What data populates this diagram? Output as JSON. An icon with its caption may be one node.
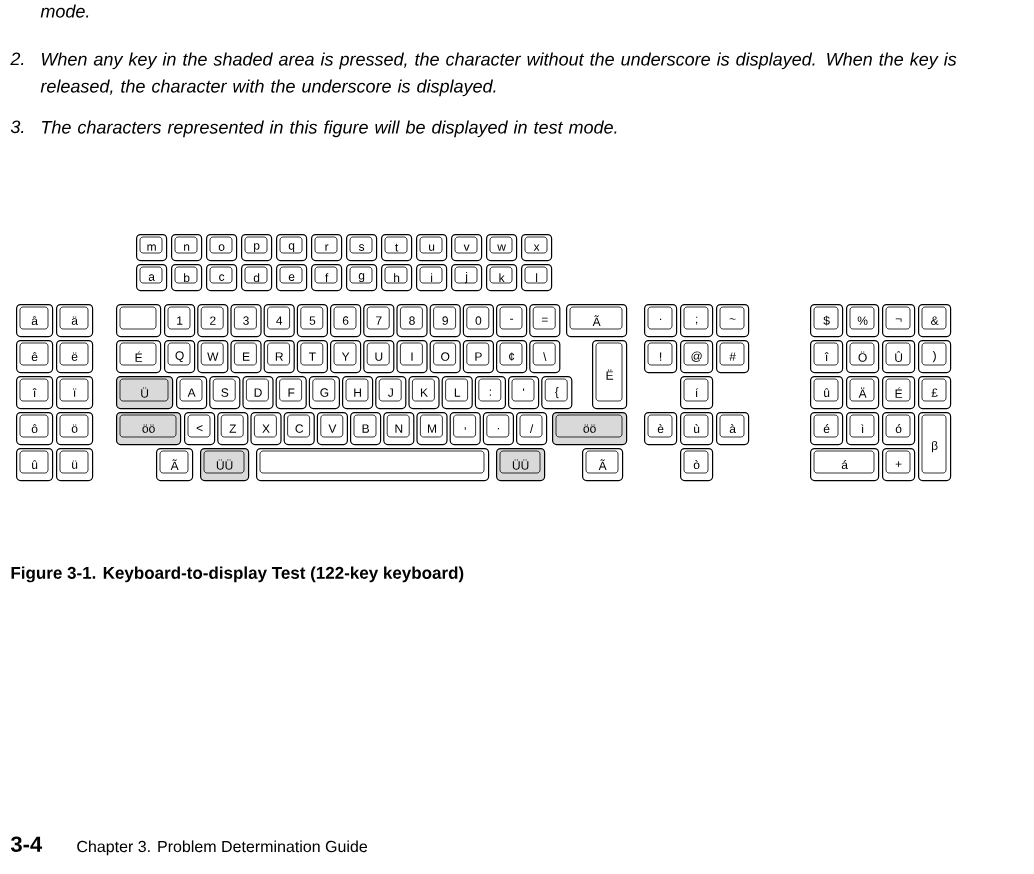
{
  "diagram": {
    "caption": "Figure 3-1. Keyboard-to-display Test (122-key keyboard)",
    "nodes": [
      {
        "text": [
          "m"
        ]
      },
      {
        "text": [
          "n"
        ]
      },
      {
        "text": [
          "o"
        ]
      },
      {
        "text": [
          "p"
        ]
      },
      {
        "text": [
          "q"
        ]
      },
      {
        "text": [
          "r"
        ]
      },
      {
        "text": [
          "s"
        ]
      },
      {
        "text": [
          "t"
        ]
      },
      {
        "text": [
          "u"
        ]
      },
      {
        "text": [
          "v"
        ]
      },
      {
        "text": [
          "w"
        ]
      },
      {
        "text": [
          "x"
        ]
      },
      {
        "text": [
          "a"
        ]
      },
      {
        "text": [
          "b"
        ]
      },
      {
        "text": [
          "c"
        ]
      },
      {
        "text": [
          "d"
        ]
      },
      {
        "text": [
          "e"
        ]
      },
      {
        "text": [
          "f"
        ]
      },
      {
        "text": [
          "g"
        ]
      },
      {
        "text": [
          "h"
        ]
      },
      {
        "text": [
          "i"
        ]
      },
      {
        "text": [
          "j"
        ]
      },
      {
        "text": [
          "k"
        ]
      },
      {
        "text": [
          "l"
        ]
      },
      {
        "text": [
          "â"
        ]
      },
      {
        "text": [
          "ä"
        ]
      },
      {
        "text": [],
        "shape": "box"
      },
      {
        "text": [
          "1"
        ]
      },
      {
        "text": [
          "2"
        ]
      },
      {
        "text": [
          "3"
        ]
      },
      {
        "text": [
          "4"
        ]
      },
      {
        "text": [
          "5"
        ]
      },
      {
        "text": [
          "6"
        ]
      },
      {
        "text": [
          "7"
        ]
      },
      {
        "text": [
          "8"
        ]
      },
      {
        "text": [
          "9"
        ]
      },
      {
        "text": [
          "0"
        ]
      },
      {
        "text": [
          "-"
        ]
      },
      {
        "text": [
          "="
        ]
      },
      {
        "text": [
          "Ã"
        ]
      },
      {
        "text": [
          "·"
        ]
      },
      {
        "text": [
          ";"
        ]
      },
      {
        "text": [
          "~"
        ]
      },
      {
        "text": [
          "$"
        ]
      },
      {
        "text": [
          "%"
        ]
      },
      {
        "text": [
          "¬"
        ]
      },
      {
        "text": [
          "&"
        ]
      },
      {
        "text": [
          "ê"
        ]
      },
      {
        "text": [
          "ë"
        ]
      },
      {
        "text": [
          "É"
        ]
      },
      {
        "text": [
          "Q"
        ]
      },
      {
        "text": [
          "W"
        ]
      },
      {
        "text": [
          "E"
        ]
      },
      {
        "text": [
          "R"
        ]
      },
      {
        "text": [
          "T"
        ]
      },
      {
        "text": [
          "Y"
        ]
      },
      {
        "text": [
          "U"
        ]
      },
      {
        "text": [
          "I"
        ]
      },
      {
        "text": [
          "O"
        ]
      },
      {
        "text": [
          "P"
        ]
      },
      {
        "text": [
          "¢"
        ]
      },
      {
        "text": [
          "\\"
        ]
      },
      {
        "text": [
          "Ë"
        ]
      },
      {
        "text": [
          "!"
        ]
      },
      {
        "text": [
          "@"
        ]
      },
      {
        "text": [
          "#"
        ]
      },
      {
        "text": [
          "î"
        ]
      },
      {
        "text": [
          "Ö"
        ]
      },
      {
        "text": [
          "Û"
        ]
      },
      {
        "text": [
          ")"
        ]
      },
      {
        "text": [
          "î"
        ]
      },
      {
        "text": [
          "ï"
        ]
      },
      {
        "text": [
          "Ü"
        ]
      },
      {
        "text": [
          "A"
        ]
      },
      {
        "text": [
          "S"
        ]
      },
      {
        "text": [
          "D"
        ]
      },
      {
        "text": [
          "F"
        ]
      },
      {
        "text": [
          "G"
        ]
      },
      {
        "text": [
          "H"
        ]
      },
      {
        "text": [
          "J"
        ]
      },
      {
        "text": [
          "K"
        ]
      },
      {
        "text": [
          "L"
        ]
      },
      {
        "text": [
          ":"
        ]
      },
      {
        "text": [
          "'"
        ]
      },
      {
        "text": [
          "{"
        ]
      },
      {
        "text": [
          "í"
        ]
      },
      {
        "text": [
          "û"
        ]
      },
      {
        "text": [
          "Ä"
        ]
      },
      {
        "text": [
          "É"
        ]
      },
      {
        "text": [
          "£"
        ]
      },
      {
        "text": [
          "ô"
        ]
      },
      {
        "text": [
          "ö"
        ]
      },
      {
        "text": [
          "öö"
        ]
      },
      {
        "text": [
          "<"
        ]
      },
      {
        "text": [
          "Z"
        ]
      },
      {
        "text": [
          "X"
        ]
      },
      {
        "text": [
          "C"
        ]
      },
      {
        "text": [
          "V"
        ]
      },
      {
        "text": [
          "B"
        ]
      },
      {
        "text": [
          "N"
        ]
      },
      {
        "text": [
          "M"
        ]
      },
      {
        "text": [
          ","
        ]
      },
      {
        "text": [
          "."
        ]
      },
      {
        "text": [
          "/"
        ]
      },
      {
        "text": [
          "öö"
        ]
      },
      {
        "text": [
          "è"
        ]
      },
      {
        "text": [
          "ù"
        ]
      },
      {
        "text": [
          "à"
        ]
      },
      {
        "text": [
          "é"
        ]
      },
      {
        "text": [
          "ì"
        ]
      },
      {
        "text": [
          "ó"
        ]
      },
      {
        "text": [
          "β"
        ]
      },
      {
        "text": [
          "û"
        ]
      },
      {
        "text": [
          "ü"
        ]
      },
      {
        "text": [
          "Ã"
        ]
      },
      {
        "text": [
          "ÜÜ"
        ]
      },
      {
        "text": [],
        "shape": "box"
      },
      {
        "text": [
          "ÜÜ"
        ]
      },
      {
        "text": [
          "Ã"
        ]
      },
      {
        "text": [
          "ò"
        ]
      },
      {
        "text": [
          "á"
        ]
      },
      {
        "text": [
          "+"
        ]
      }
    ],
    "labels": [
      "mode.",
      "2.",
      "When any key in the shaded area is pressed, the character without the underscore is displayed.  When the key is released, the character with the underscore is displayed.",
      "3.",
      "The characters represented in this figure will be displayed in test mode.",
      "3-4",
      "Chapter 3. Problem Determination Guide"
    ]
  }
}
